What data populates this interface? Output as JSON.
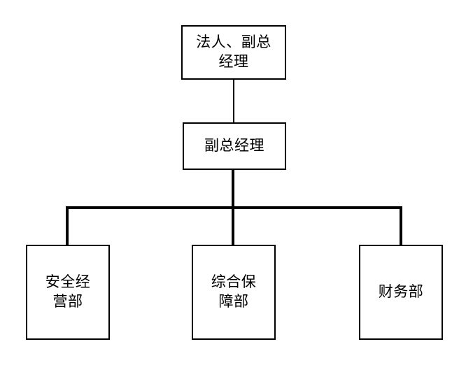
{
  "diagram": {
    "type": "organization-chart",
    "orientation": "top-down",
    "background_color": "#ffffff",
    "line_color": "#000000",
    "box_border_color": "#000000",
    "box_fill_color": "#ffffff",
    "text_color": "#000000"
  },
  "nodes": {
    "top": {
      "id": "legal-person-deputy-gm",
      "label": "法人、副总\n经理",
      "level": 1
    },
    "second": {
      "id": "deputy-general-manager",
      "label": "副总经理",
      "level": 2
    },
    "children": [
      {
        "id": "safety-operations-department",
        "label": "安全经\n营部",
        "level": 3
      },
      {
        "id": "general-support-department",
        "label": "综合保\n障部",
        "level": 3
      },
      {
        "id": "finance-department",
        "label": "财务部",
        "level": 3
      }
    ]
  }
}
